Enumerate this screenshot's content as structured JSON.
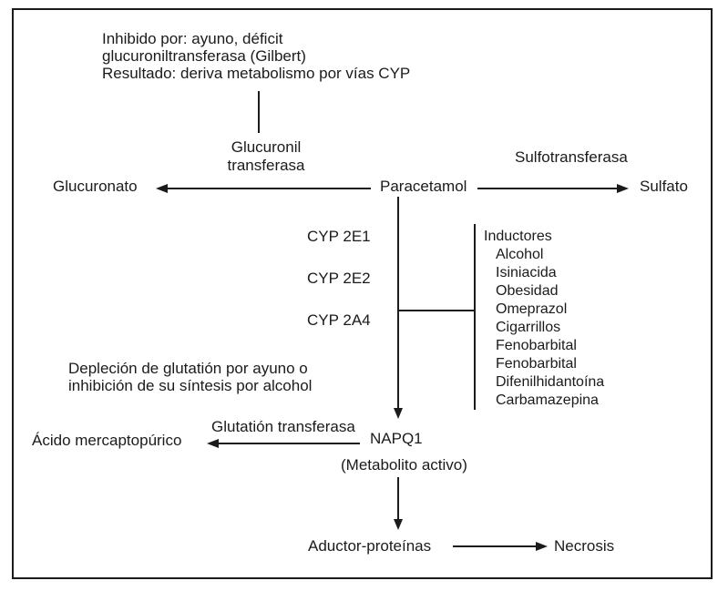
{
  "colors": {
    "ink": "#1b1b1b",
    "background": "#ffffff"
  },
  "notes": {
    "inhibition": "Inhibido por: ayuno, déficit\nglucuroniltransferasa (Gilbert)\nResultado: deriva metabolismo por vías CYP",
    "depletion": "Depleción de glutatión por ayuno o\ninhibición de su síntesis por alcohol"
  },
  "enzymes": {
    "glucuronil_transferasa": "Glucuronil\ntransferasa",
    "sulfotransferasa": "Sulfotransferasa",
    "glutation_transferasa": "Glutatión transferasa"
  },
  "nodes": {
    "glucuronato": "Glucuronato",
    "paracetamol": "Paracetamol",
    "sulfato": "Sulfato",
    "napq1": "NAPQ1",
    "napq1_subtitle": "(Metabolito activo)",
    "acido_mercaptopurico": "Ácido mercaptopúrico",
    "aductor_proteinas": "Aductor-proteínas",
    "necrosis": "Necrosis"
  },
  "cyp_isoforms": [
    "CYP 2E1",
    "CYP 2E2",
    "CYP 2A4"
  ],
  "inducers": {
    "title": "Inductores",
    "items": [
      "Alcohol",
      "Isiniacida",
      "Obesidad",
      "Omeprazol",
      "Cigarrillos",
      "Fenobarbital",
      "Fenobarbital",
      "Difenilhidantoína",
      "Carbamazepina"
    ]
  }
}
